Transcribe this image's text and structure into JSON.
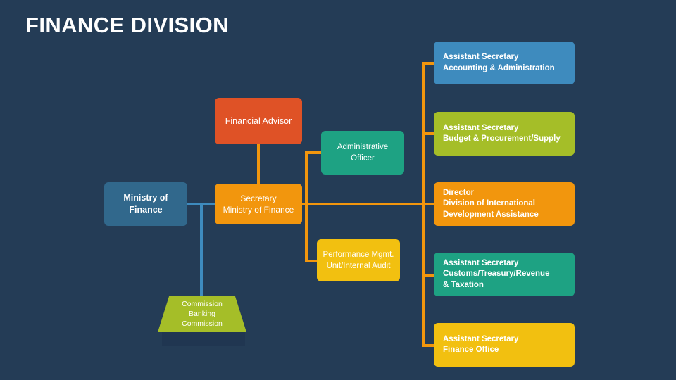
{
  "slide": {
    "title": "FINANCE DIVISION",
    "background_color": "#243c56"
  },
  "colors": {
    "background": "#243c56",
    "steel_blue": "#31688c",
    "light_blue": "#3e8bbe",
    "orange": "#f2960d",
    "red_orange": "#df5226",
    "olive_green": "#a5be28",
    "teal": "#1ea283",
    "yellow": "#f2c010",
    "connector_orange": "#f2960d",
    "connector_blue": "#3e8bbe",
    "text": "#ffffff"
  },
  "nodes": {
    "ministry": {
      "lines": [
        "Ministry of",
        "Finance"
      ],
      "color": "#31688c"
    },
    "financial_advisor": {
      "lines": [
        "Financial Advisor"
      ],
      "color": "#df5226"
    },
    "secretary": {
      "lines": [
        "Secretary",
        "Ministry of Finance"
      ],
      "color": "#f2960d"
    },
    "administrative_officer": {
      "lines": [
        "Administrative",
        "Officer"
      ],
      "color": "#1ea283"
    },
    "performance_unit": {
      "lines": [
        "Performance Mgmt.",
        "Unit/Internal Audit"
      ],
      "color": "#f2c010"
    },
    "commission": {
      "lines": [
        "Commission",
        "Banking",
        "Commission"
      ],
      "color": "#a5be28"
    },
    "assistant_accounting": {
      "lines": [
        "Assistant Secretary",
        "Accounting & Administration"
      ],
      "color": "#3e8bbe"
    },
    "assistant_budget": {
      "lines": [
        "Assistant Secretary",
        "Budget & Procurement/Supply"
      ],
      "color": "#a5be28"
    },
    "director_international": {
      "lines": [
        "Director",
        "Division of International",
        "Development Assistance"
      ],
      "color": "#f2960d"
    },
    "assistant_customs": {
      "lines": [
        "Assistant Secretary",
        "Customs/Treasury/Revenue",
        "& Taxation"
      ],
      "color": "#1ea283"
    },
    "assistant_finance_office": {
      "lines": [
        "Assistant Secretary",
        "Finance Office"
      ],
      "color": "#f2c010"
    }
  }
}
